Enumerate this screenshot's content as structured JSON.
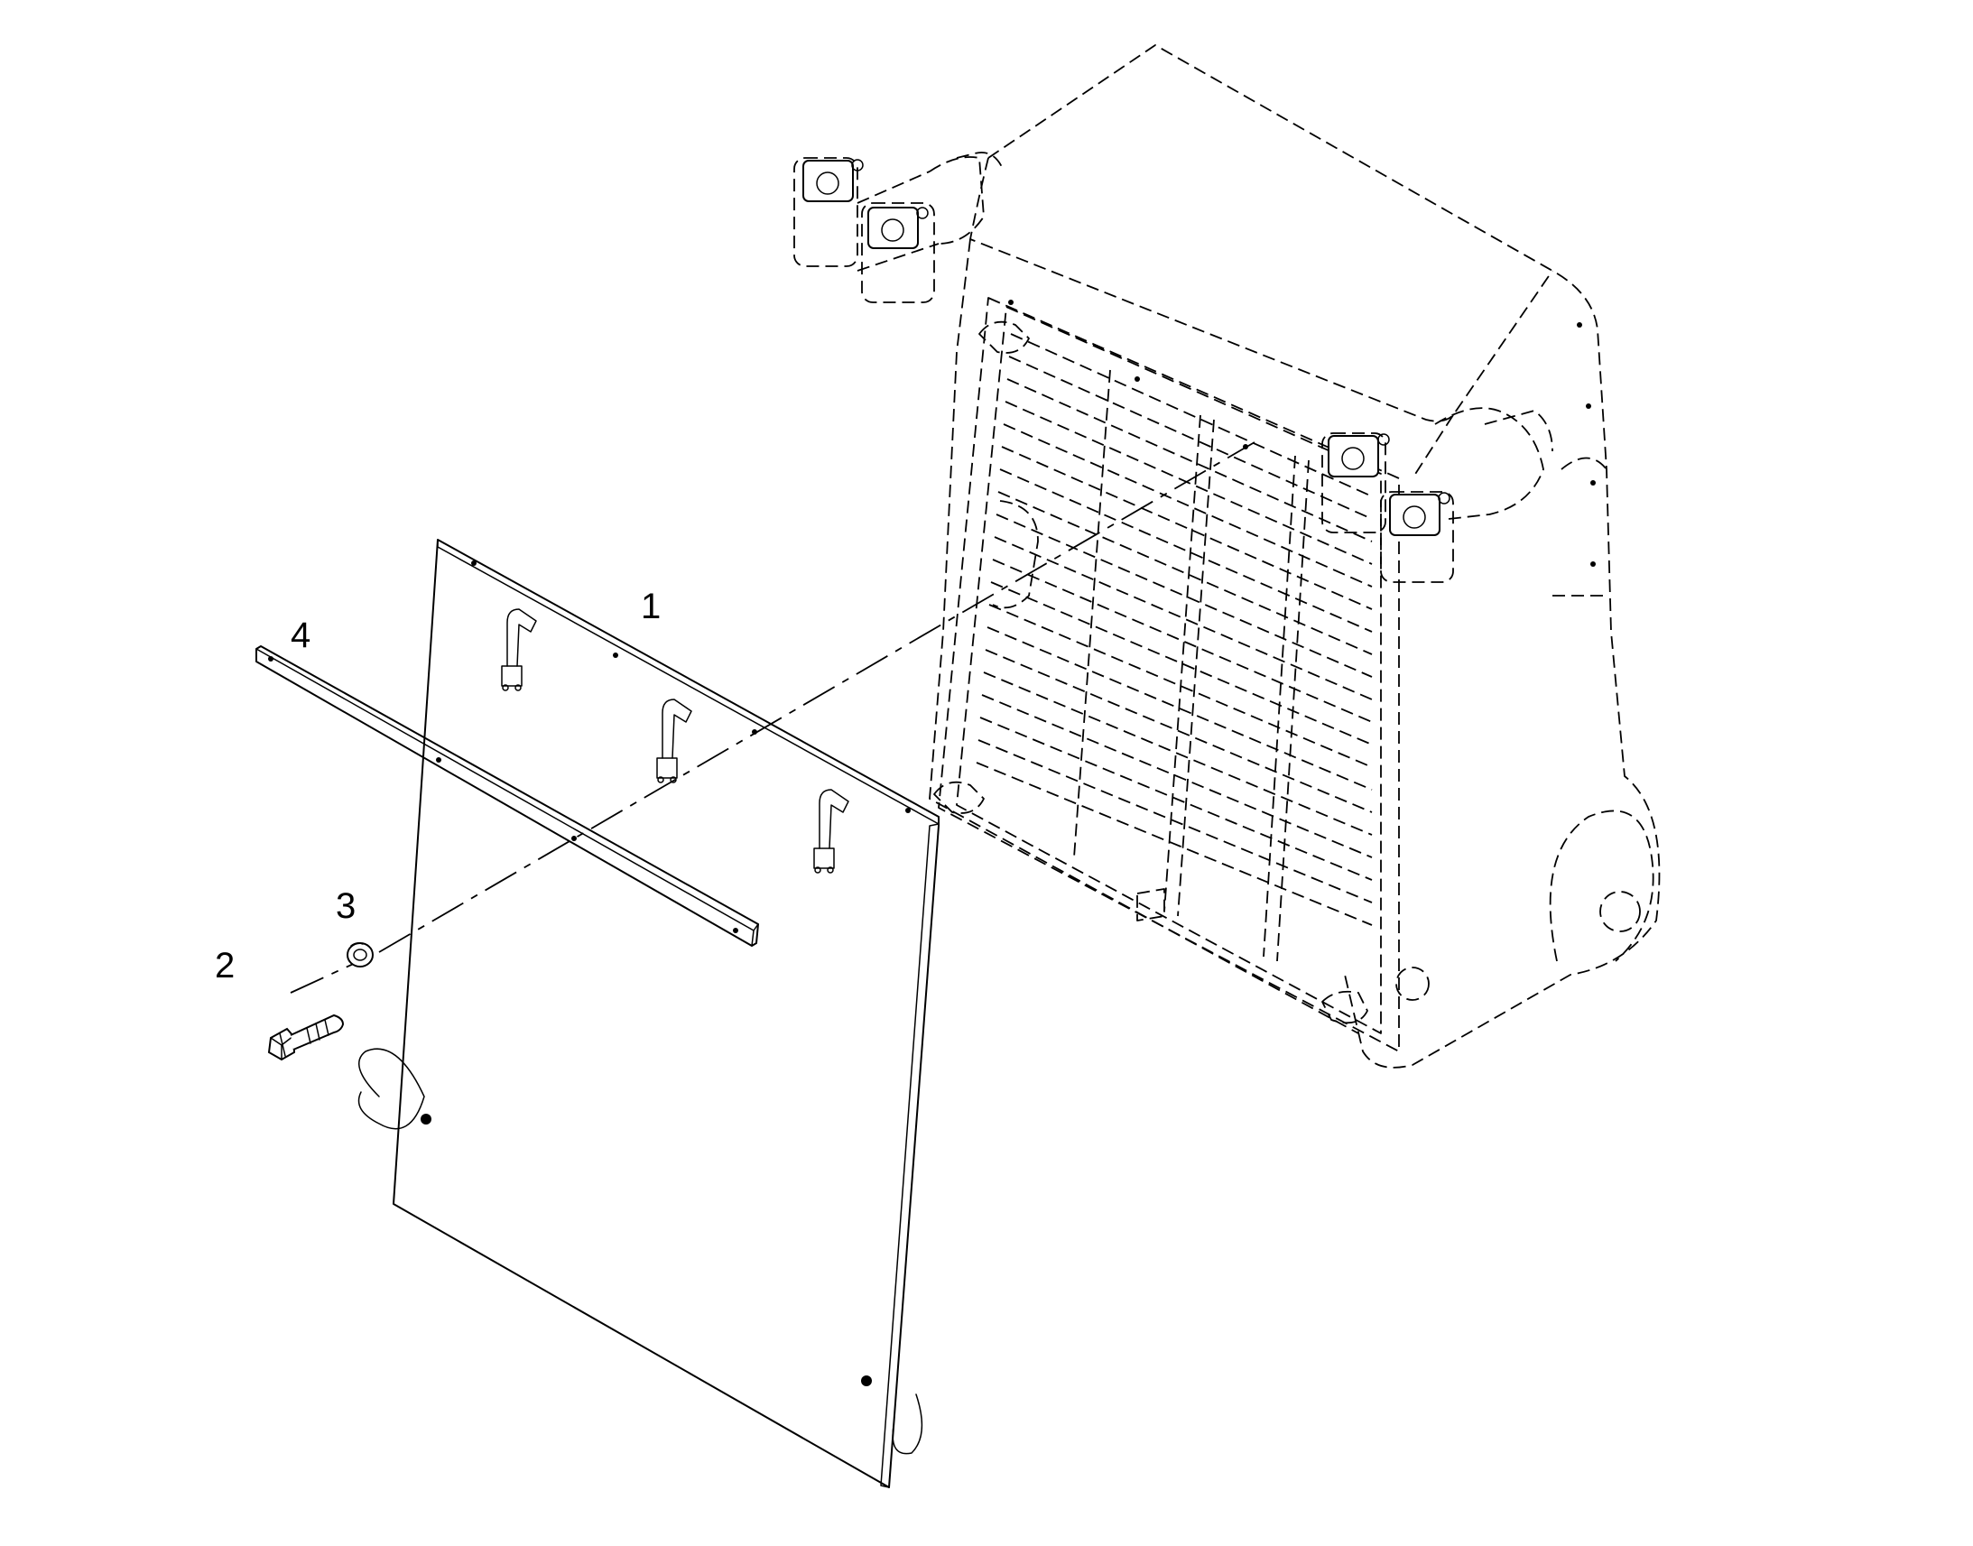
{
  "callouts": [
    {
      "id": "1",
      "label": "1"
    },
    {
      "id": "2",
      "label": "2"
    },
    {
      "id": "3",
      "label": "3"
    },
    {
      "id": "4",
      "label": "4"
    }
  ],
  "parts": [
    {
      "callout": "1",
      "icon": "cover-panel-icon"
    },
    {
      "callout": "2",
      "icon": "bolt-icon"
    },
    {
      "callout": "3",
      "icon": "washer-icon"
    },
    {
      "callout": "4",
      "icon": "strip-bar-icon"
    }
  ],
  "background_part": "radiator-assembly-outline-icon",
  "colors": {
    "line": "#000000",
    "background": "#ffffff"
  }
}
